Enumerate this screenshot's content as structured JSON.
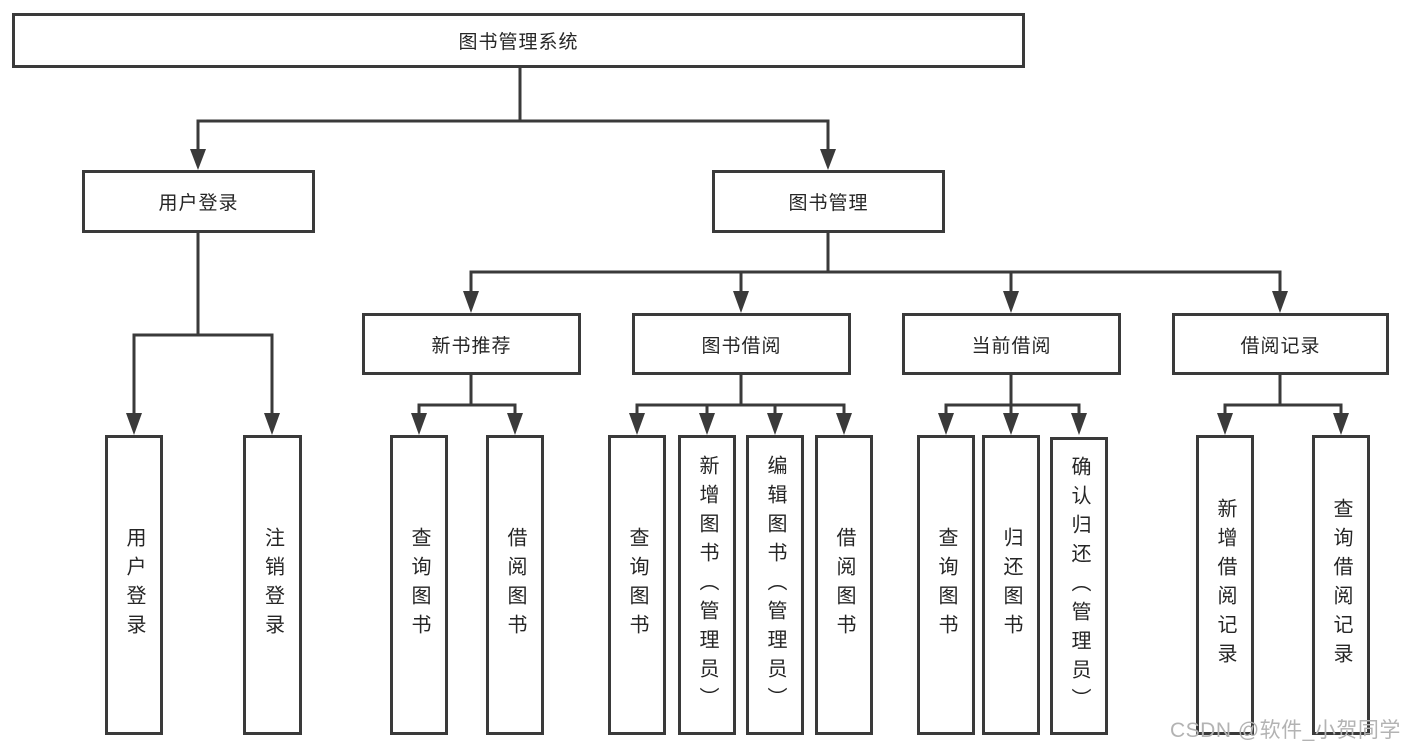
{
  "tree": {
    "label": "图书管理系统",
    "children": [
      {
        "label": "用户登录",
        "children": [
          {
            "label": "用户登录"
          },
          {
            "label": "注销登录"
          }
        ]
      },
      {
        "label": "图书管理",
        "children": [
          {
            "label": "新书推荐",
            "children": [
              {
                "label": "查询图书"
              },
              {
                "label": "借阅图书"
              }
            ]
          },
          {
            "label": "图书借阅",
            "children": [
              {
                "label": "查询图书"
              },
              {
                "label": "新增图书（管理员）"
              },
              {
                "label": "编辑图书（管理员）"
              },
              {
                "label": "借阅图书"
              }
            ]
          },
          {
            "label": "当前借阅",
            "children": [
              {
                "label": "查询图书"
              },
              {
                "label": "归还图书"
              },
              {
                "label": "确认归还（管理员）"
              }
            ]
          },
          {
            "label": "借阅记录",
            "children": [
              {
                "label": "新增借阅记录"
              },
              {
                "label": "查询借阅记录"
              }
            ]
          }
        ]
      }
    ]
  },
  "watermark": {
    "text": "CSDN @软件_小贺同学"
  },
  "colors": {
    "page_bg": "#ffffff",
    "line": "#3a3a3a",
    "border": "#3a3a3a",
    "fill": "#ffffff",
    "text": "#262626",
    "watermark": "#b3b3b3"
  }
}
